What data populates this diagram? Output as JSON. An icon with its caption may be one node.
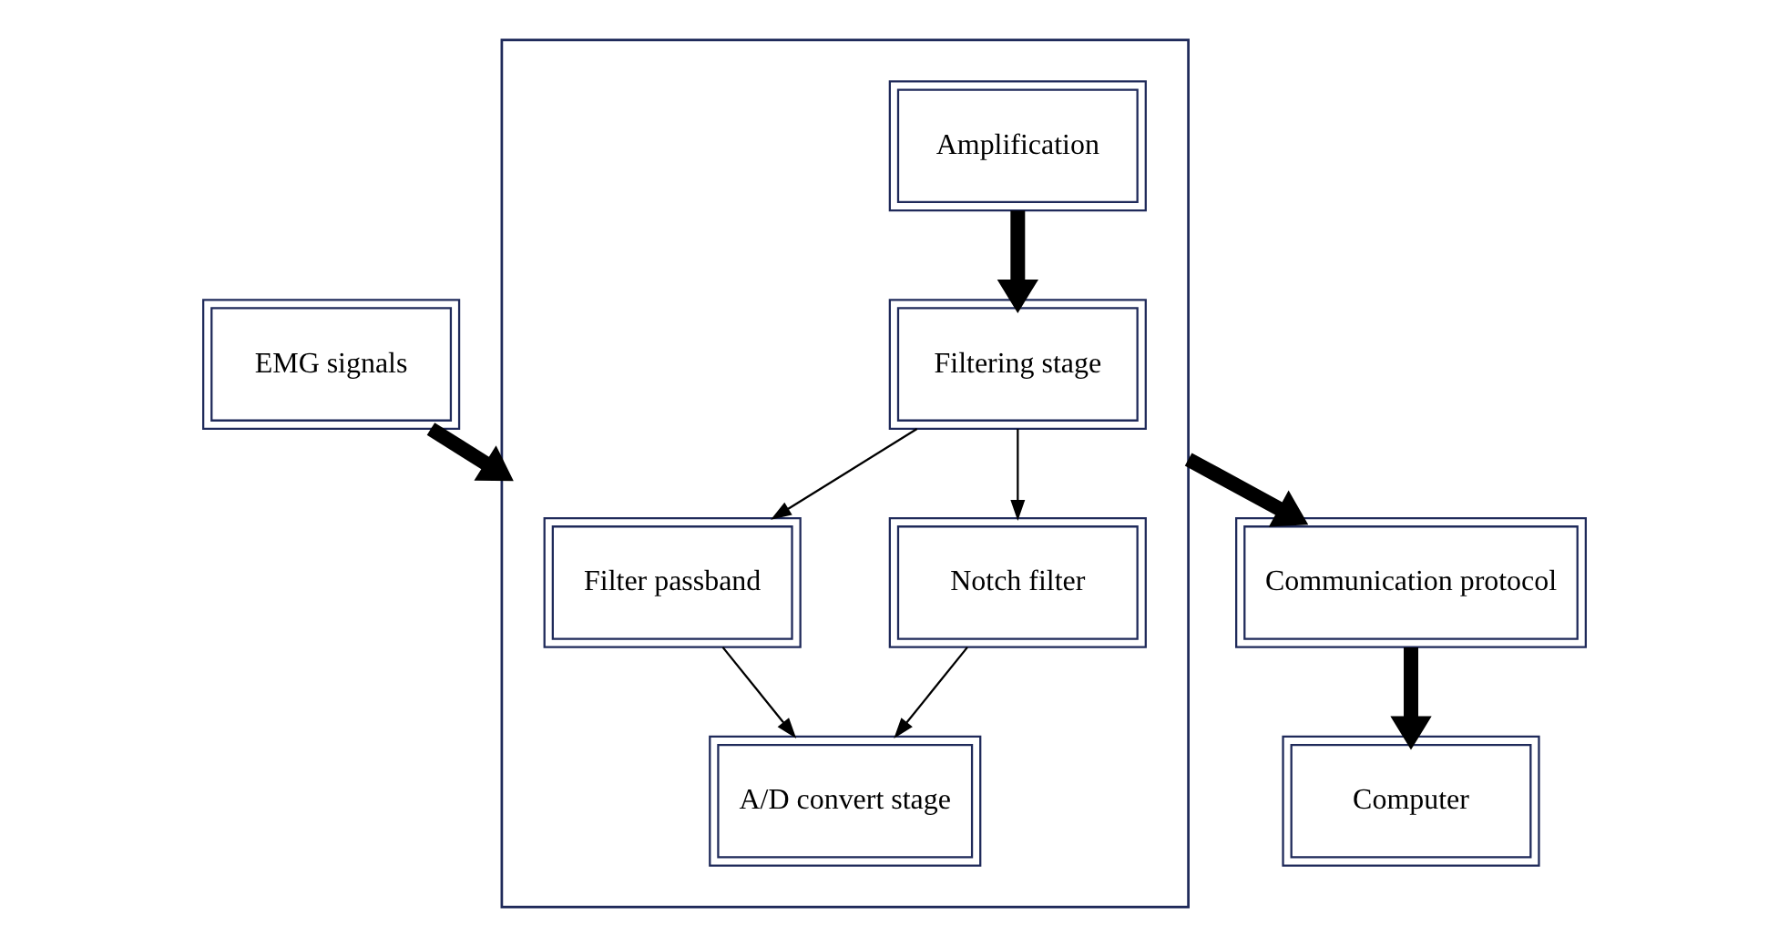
{
  "diagram": {
    "nodes": [
      {
        "text": [
          "EMG signals"
        ]
      },
      {
        "text": [],
        "shape": "box"
      },
      {
        "text": [
          "Amplification"
        ],
        "in": 1
      },
      {
        "text": [
          "Filtering stage"
        ],
        "in": 1
      },
      {
        "text": [
          "Filter passband"
        ],
        "in": 1
      },
      {
        "text": [
          "Notch filter"
        ],
        "in": 1
      },
      {
        "text": [
          "A/D convert stage"
        ],
        "in": 1
      },
      {
        "text": [
          "Communication protocol"
        ]
      },
      {
        "text": [
          "Computer"
        ]
      }
    ],
    "edges": [
      {
        "from": 0,
        "to": 1,
        "arrow": "to",
        "style": "thick"
      },
      {
        "from": 2,
        "to": 3,
        "arrow": "to",
        "style": "thick"
      },
      {
        "from": 3,
        "to": 4,
        "arrow": "to"
      },
      {
        "from": 3,
        "to": 5,
        "arrow": "to"
      },
      {
        "from": 4,
        "to": 6,
        "arrow": "to"
      },
      {
        "from": 5,
        "to": 6,
        "arrow": "to"
      },
      {
        "from": 1,
        "to": 7,
        "arrow": "to",
        "style": "thick"
      },
      {
        "from": 7,
        "to": 8,
        "arrow": "to",
        "style": "thick"
      }
    ]
  }
}
